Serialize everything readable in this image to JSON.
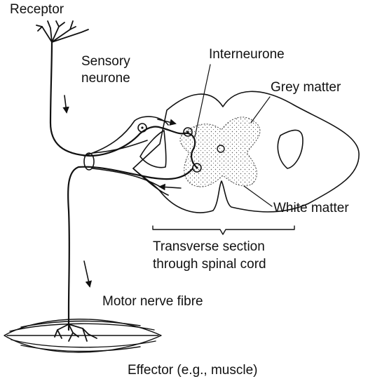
{
  "labels": {
    "receptor": "Receptor",
    "sensory_line1": "Sensory",
    "sensory_line2": "neurone",
    "interneurone": "Interneurone",
    "grey_matter": "Grey matter",
    "white_matter": "White matter",
    "transverse_line1": "Transverse section",
    "transverse_line2": "through spinal cord",
    "motor_nerve_fibre": "Motor nerve fibre",
    "effector": "Effector (e.g., muscle)"
  },
  "colors": {
    "ink": "#111111",
    "background": "#ffffff"
  }
}
